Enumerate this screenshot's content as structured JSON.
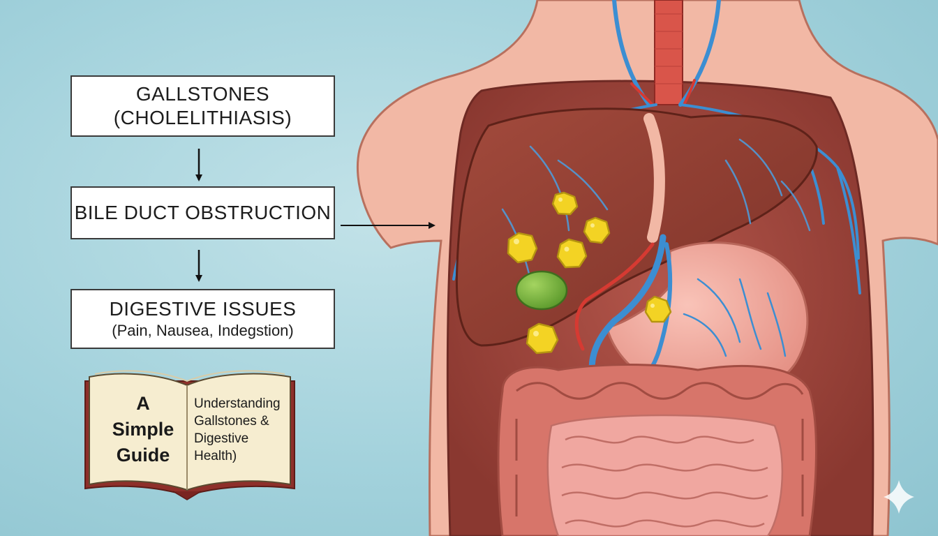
{
  "flowchart": {
    "step1": {
      "title": "GALLSTONES",
      "subtitle": "(CHOLELITHIASIS)"
    },
    "step2": {
      "title": "BILE DUCT OBSTRUCTION"
    },
    "step3": {
      "title": "DIGESTIVE ISSUES",
      "subtitle": "(Pain, Nausea, Indegstion)"
    }
  },
  "book": {
    "left_page": "A Simple Guide",
    "right_page": "Understanding Gallstones & Digestive Health)"
  },
  "colors": {
    "background": "#a3d2dc",
    "skin": "#f1b9a6",
    "cavity": "#9c443a",
    "liver": "#8a3a2e",
    "gallstone": "#f3d324",
    "gallbladder": "#7cb43c",
    "vein": "#3c8ed2",
    "artery": "#d63a32",
    "stomach": "#f0a49a",
    "intestine": "#d9746a"
  }
}
